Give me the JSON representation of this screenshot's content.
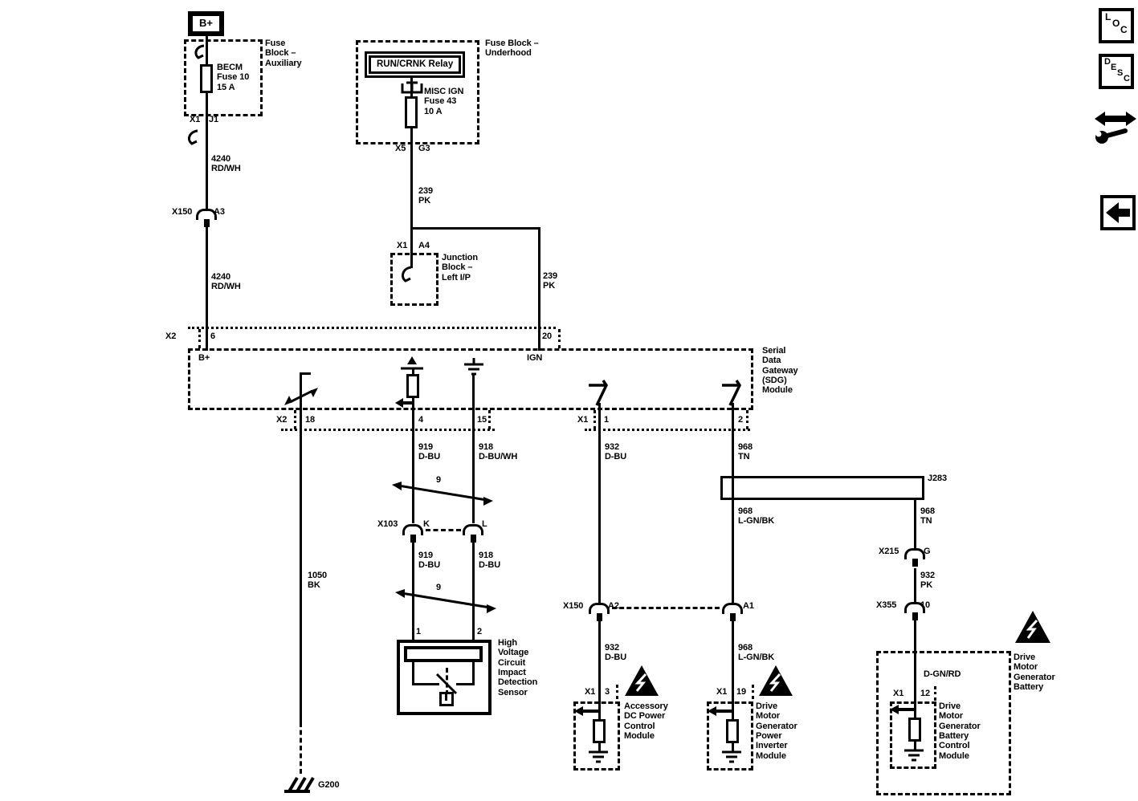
{
  "toolbar": {
    "loc": [
      "L",
      "O",
      "C"
    ],
    "desc": [
      "D",
      "E",
      "S",
      "C"
    ]
  },
  "aux": {
    "bplus": "B+",
    "block_title": "Fuse\nBlock –\nAuxiliary",
    "fuse": "BECM\nFuse 10\n15 A",
    "x1": "X1",
    "j1": "J1",
    "wire_upper": "4240\nRD/WH",
    "x150": "X150",
    "a3": "A3",
    "wire_lower": "4240\nRD/WH"
  },
  "underhood": {
    "block_title": "Fuse Block –\nUnderhood",
    "relay": "RUN/CRNK Relay",
    "fuse": "MISC IGN\nFuse 43\n10 A",
    "x5": "X5",
    "g3": "G3",
    "wire_left": "239\nPK",
    "x1": "X1",
    "a4": "A4",
    "junction_title": "Junction\nBlock –\nLeft I/P",
    "wire_right": "239\nPK"
  },
  "sdg": {
    "title": "Serial\nData\nGateway\n(SDG)\nModule",
    "x2_top": "X2",
    "pin6": "6",
    "pin20": "20",
    "bplus": "B+",
    "ign": "IGN",
    "x2_bot": "X2",
    "pin18": "18",
    "pin4": "4",
    "pin15": "15",
    "x1_bot": "X1",
    "pin1": "1",
    "pin2": "2"
  },
  "ground": {
    "wire": "1050\nBK",
    "g200": "G200"
  },
  "sensor": {
    "wire_k_upper": "919\nD-BU",
    "wire_l_upper": "918\nD-BU/WH",
    "twist_top": "9",
    "x103": "X103",
    "k": "K",
    "l": "L",
    "wire_k_lower": "919\nD-BU",
    "wire_l_lower": "918\nD-BU",
    "twist_bottom": "9",
    "pin1": "1",
    "pin2": "2",
    "title": "High\nVoltage\nCircuit\nImpact\nDetection\nSensor"
  },
  "apm": {
    "wire_upper": "932\nD-BU",
    "x150": "X150",
    "a2": "A2",
    "wire_lower": "932\nD-BU",
    "x1": "X1",
    "pin3": "3",
    "title": "Accessory\nDC Power\nControl\nModule"
  },
  "inverter": {
    "wire_tn": "968\nTN",
    "splice": "J283",
    "wire_upper": "968\nL-GN/BK",
    "a1": "A1",
    "wire_lower": "968\nL-GN/BK",
    "x1": "X1",
    "pin19": "19",
    "title": "Drive\nMotor\nGenerator\nPower\nInverter\nModule"
  },
  "battery": {
    "wire_tn": "968\nTN",
    "x215": "X215",
    "g": "G",
    "wire_pk": "932\nPK",
    "x355": "X355",
    "pin10": "10",
    "wire_color": "D-GN/RD",
    "x1": "X1",
    "pin12": "12",
    "module_title": "Drive\nMotor\nGenerator\nBattery\nControl\nModule",
    "battery_title": "Drive\nMotor\nGenerator\nBattery"
  }
}
